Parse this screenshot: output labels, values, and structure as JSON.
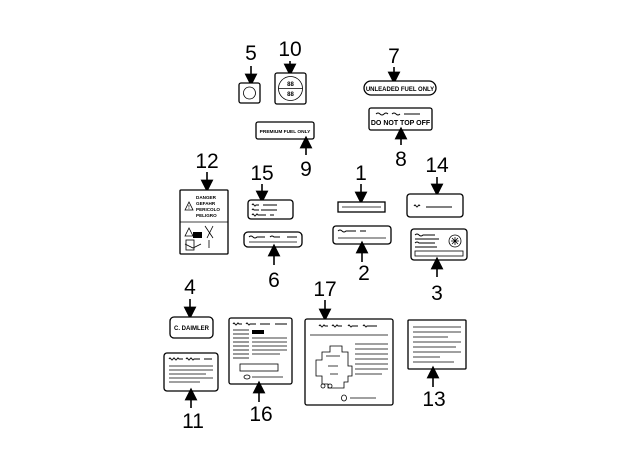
{
  "callouts": [
    "1",
    "2",
    "3",
    "4",
    "5",
    "6",
    "7",
    "8",
    "9",
    "10",
    "11",
    "12",
    "13",
    "14",
    "15",
    "16",
    "17"
  ],
  "labels": {
    "unleaded": "UNLEADED FUEL ONLY",
    "do_not_top_off": "DO NOT TOP OFF",
    "premium": "PREMIUM FUEL ONLY",
    "c_daimler": "C. DAIMLER",
    "danger": [
      "DANGER",
      "GEFAHR",
      "PERICOLO",
      "PELIGRO"
    ]
  }
}
